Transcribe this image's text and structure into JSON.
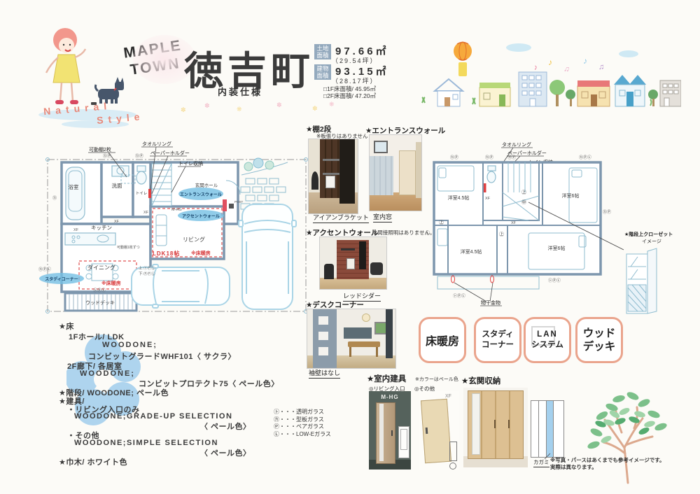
{
  "header": {
    "brand1": "MAPLE",
    "brand2": "TOWN",
    "title": "徳吉町",
    "subtitle": "内装仕様",
    "style1": "Natural",
    "style2": "Style"
  },
  "stats": {
    "land_label": "土地面積",
    "land_value": "97.66㎡",
    "land_tsubo": "（29.54坪）",
    "bldg_label": "建物面積",
    "bldg_value": "93.15㎡",
    "bldg_tsubo": "（28.17坪）",
    "f1": "□1F床面積/ 45.95㎡",
    "f2": "□2F床面積/ 47.20㎡"
  },
  "plan1f": {
    "note_shelf": "可動棚2枚",
    "note_towel": "タオルリング",
    "note_paper": "ペーパーホルダー",
    "note_storage": "トイレ収納",
    "note_shelf2": "可動棚1枚ずつ",
    "bath": "浴室",
    "wash": "洗面",
    "toilet": "トイレ",
    "hall": "玄関ホール",
    "kitchen": "キッチン",
    "dining": "ダイニング",
    "living": "リビング",
    "deck": "ウッドデッキ",
    "ldk": "LDK18帖",
    "heating": "※床暖房",
    "oval_entrance": "エントランスウォール",
    "oval_accent": "アクセントウォール",
    "oval_study": "スタディコーナー",
    "door_model": "M-HG",
    "post": "POST",
    "xf": "XF",
    "mark_kp": "㋕Ⓟ",
    "mark_k": "㋕",
    "mark_kpl": "㋕ⓅⓁ",
    "mark_tpl": "㋣ⓅⓁ",
    "mark_up": "上:㋣ⓅⓁ",
    "mark_down": "下:㋕ⓅⓁ"
  },
  "plan2f": {
    "note_towel": "タオルリング",
    "note_paper": "ペーパーホルダー",
    "note_storage": "トイレ収納",
    "note_hook": "物干金物",
    "room45": "洋室4.5帖",
    "room6": "洋室6帖",
    "closet_title": "★階段上クローゼット",
    "closet_sub": "イメージ",
    "mark_kp": "㋕Ⓟ",
    "mark_kpl": "㋕ⓅⓁ",
    "mark_tpl": "㋣ⓅⓁ",
    "mark_l": "Ⓛ",
    "mark_top": "㊤",
    "mark_mid": "㊥",
    "xf": "XF"
  },
  "photos": {
    "p1_heading": "★棚2段",
    "p1_note": "※板張りはありません",
    "p1_caption": "アイアンブラケット",
    "p2_heading": "★エントランスウォール",
    "p2_caption": "室内窓",
    "p3_heading": "★アクセントウォール",
    "p3_note": "※間接照明はありません。",
    "p3_caption": "レッドシダー",
    "p4_heading": "★デスクコーナー",
    "p4_caption": "袖壁はなし"
  },
  "badges": [
    {
      "l1": "床暖房",
      "l2": ""
    },
    {
      "l1": "スタディ",
      "l2": "コーナー"
    },
    {
      "l1": "LAN",
      "l2": "システム"
    },
    {
      "l1": "ウッド",
      "l2": "デッキ"
    }
  ],
  "specs": {
    "s1": "★床",
    "s2": "1Fホール/ LDK",
    "s3": "WOODONE;",
    "s4": "コンビットグラードWHF101〈 サクラ〉",
    "s5": "2F廊下/ 各居室",
    "s6": "WOODONE;",
    "s7": "コンビットプロテクト75〈 ペール色〉",
    "s8": "★階段/ WOODONE; ペール色",
    "s9": "★建具/",
    "s10": "・リビング入口のみ",
    "s11": "WOODONE;GRADE-UP SELECTION",
    "s12": "〈 ペール色〉",
    "s13": "・その他",
    "s14": "WOODONE;SIMPLE SELECTION",
    "s15": "〈 ペール色〉",
    "s16": "★巾木/ ホワイト色"
  },
  "legend": [
    {
      "mark": "㋣",
      "text": "・・・透明ガラス"
    },
    {
      "mark": "㋕",
      "text": "・・・型板ガラス"
    },
    {
      "mark": "Ⓟ",
      "text": "・・・ペアガラス"
    },
    {
      "mark": "Ⓛ",
      "text": "・・・LOW-Eガラス"
    }
  ],
  "doors": {
    "heading": "★室内建具",
    "note": "※カラーはペール色",
    "living_label": "◎リビング入口",
    "living_model": "M-HG",
    "other_label": "◎その他",
    "other_model": "XF",
    "genkan": "★玄関収納",
    "mirror": "カガミ"
  },
  "footer": {
    "line1": "※写真・パースはあくまでも参考イメージです。",
    "line2": "実際は異なります。"
  }
}
